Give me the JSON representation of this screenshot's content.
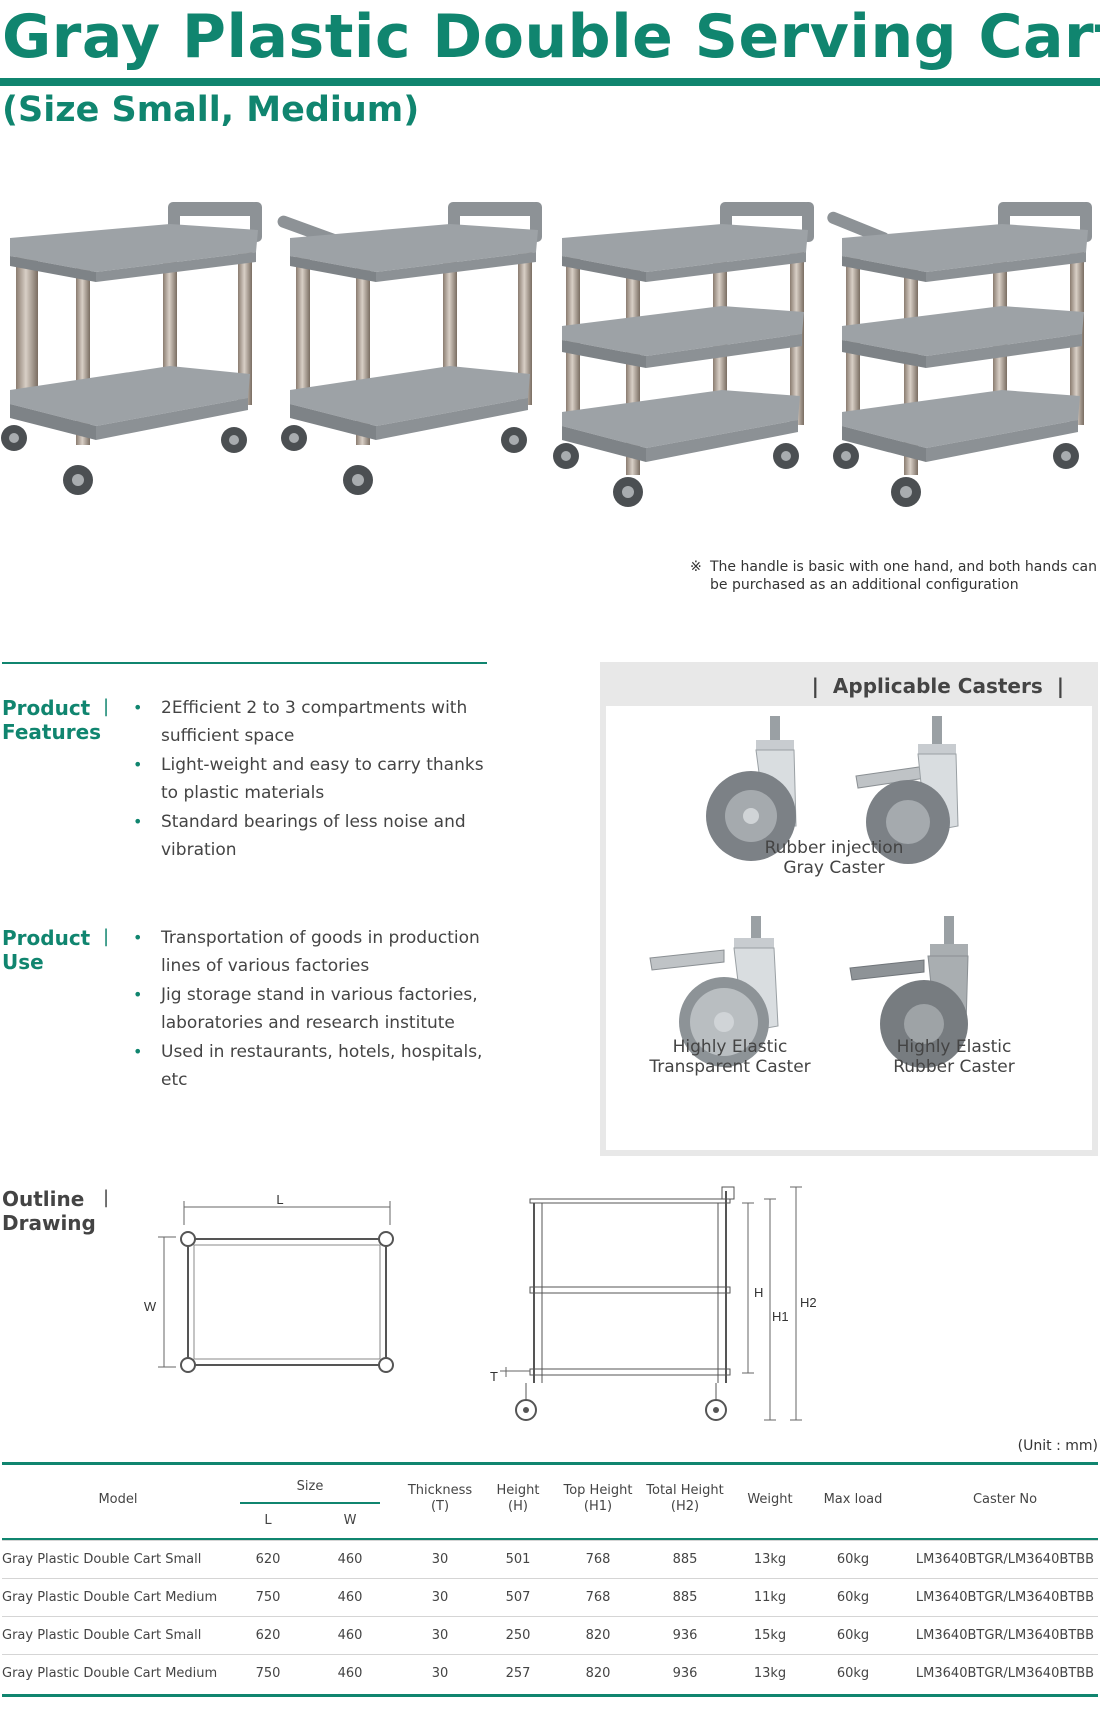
{
  "page": {
    "title": "Gray Plastic Double Serving Cart",
    "subtitle": "(Size Small, Medium)"
  },
  "photo_note": {
    "mark": "※",
    "text": "The handle is basic with one hand, and both hands can be purchased as an additional configuration"
  },
  "features": {
    "label_line1": "Product",
    "label_line2": "Features",
    "separator": "|",
    "items": [
      "2Efficient 2 to 3 compartments with sufficient space",
      "Light-weight and easy to carry thanks to plastic materials",
      "Standard bearings of less noise and vibration"
    ]
  },
  "use": {
    "label_line1": "Product",
    "label_line2": "Use",
    "separator": "|",
    "items": [
      "Transportation of goods in production lines of various factories",
      "Jig storage stand in various factories, laboratories and research institute",
      "Used in restaurants, hotels, hospitals, etc"
    ]
  },
  "casters": {
    "title": "Applicable Casters",
    "bar_left": "|",
    "bar_right": "|",
    "items": [
      {
        "line1": "Rubber injection",
        "line2": "Gray Caster"
      },
      {
        "line1": "Highly Elastic",
        "line2": "Transparent Caster"
      },
      {
        "line1": "Highly Elastic",
        "line2": "Rubber Caster"
      }
    ]
  },
  "outline": {
    "label_line1": "Outline",
    "label_line2": "Drawing",
    "separator": "|",
    "dims": {
      "L": "L",
      "W": "W",
      "H": "H",
      "H1": "H1",
      "H2": "H2",
      "T": "T"
    }
  },
  "spec": {
    "unit": "(Unit : mm)",
    "headers": {
      "model": "Model",
      "size": "Size",
      "size_l": "L",
      "size_w": "W",
      "thickness_1": "Thickness",
      "thickness_2": "(T)",
      "height_1": "Height",
      "height_2": "(H)",
      "top_height_1": "Top Height",
      "top_height_2": "(H1)",
      "total_height_1": "Total Height",
      "total_height_2": "(H2)",
      "weight": "Weight",
      "max_load": "Max load",
      "caster_no": "Caster No"
    },
    "rows": [
      {
        "model": "Gray Plastic Double Cart Small",
        "l": "620",
        "w": "460",
        "t": "30",
        "h": "501",
        "h1": "768",
        "h2": "885",
        "weight": "13kg",
        "max_load": "60kg",
        "caster": "LM3640BTGR/LM3640BTBB"
      },
      {
        "model": "Gray Plastic Double Cart Medium",
        "l": "750",
        "w": "460",
        "t": "30",
        "h": "507",
        "h1": "768",
        "h2": "885",
        "weight": "11kg",
        "max_load": "60kg",
        "caster": "LM3640BTGR/LM3640BTBB"
      },
      {
        "model": "Gray Plastic Double Cart Small",
        "l": "620",
        "w": "460",
        "t": "30",
        "h": "250",
        "h1": "820",
        "h2": "936",
        "weight": "15kg",
        "max_load": "60kg",
        "caster": "LM3640BTGR/LM3640BTBB"
      },
      {
        "model": "Gray Plastic Double Cart Medium",
        "l": "750",
        "w": "460",
        "t": "30",
        "h": "257",
        "h1": "820",
        "h2": "936",
        "weight": "13kg",
        "max_load": "60kg",
        "caster": "LM3640BTGR/LM3640BTBB"
      }
    ]
  }
}
